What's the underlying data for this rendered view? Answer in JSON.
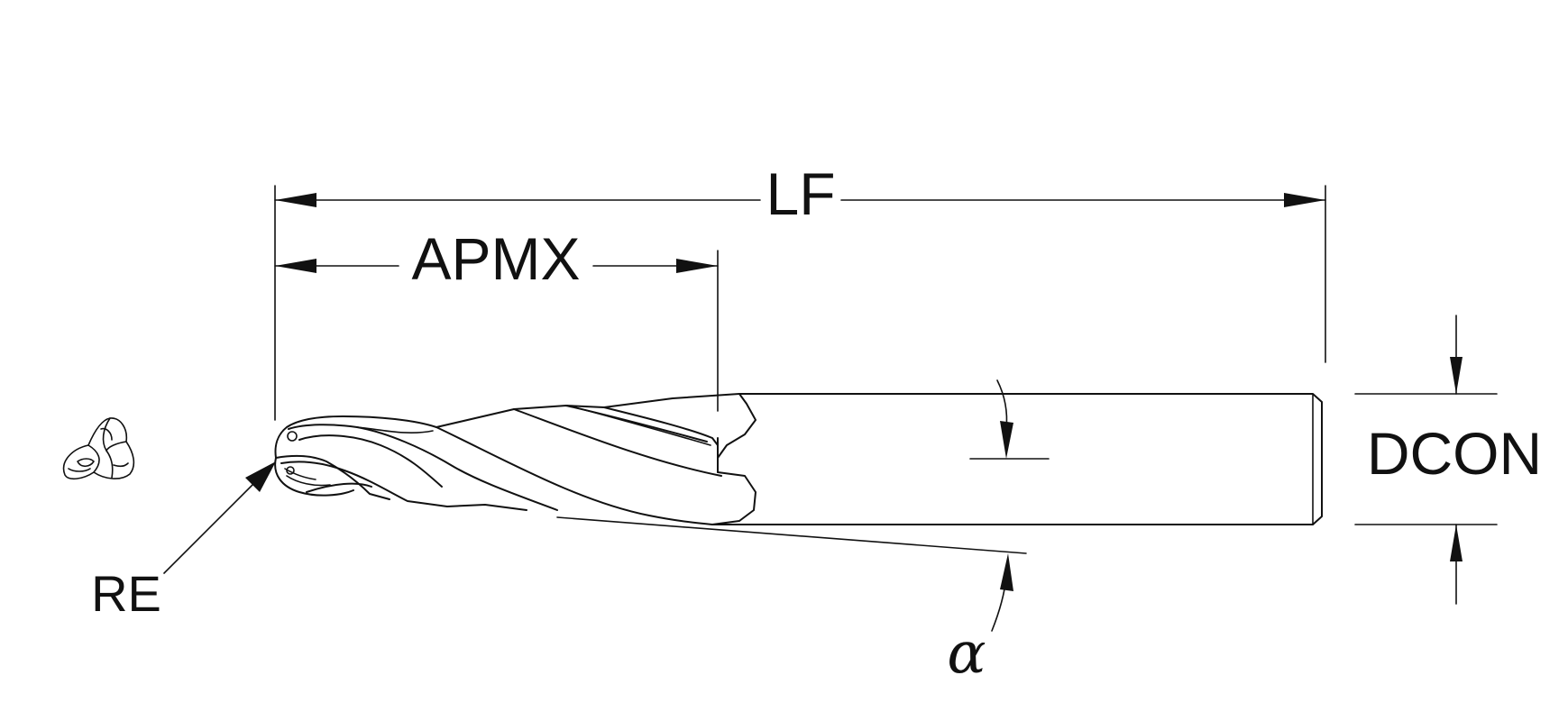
{
  "labels": {
    "lf": "LF",
    "apmx": "APMX",
    "dcon": "DCON",
    "re": "RE",
    "alpha": "α"
  },
  "icons": {
    "tool_end_view": "tool-end-view-icon"
  },
  "colors": {
    "line": "#111111",
    "background": "#ffffff"
  }
}
